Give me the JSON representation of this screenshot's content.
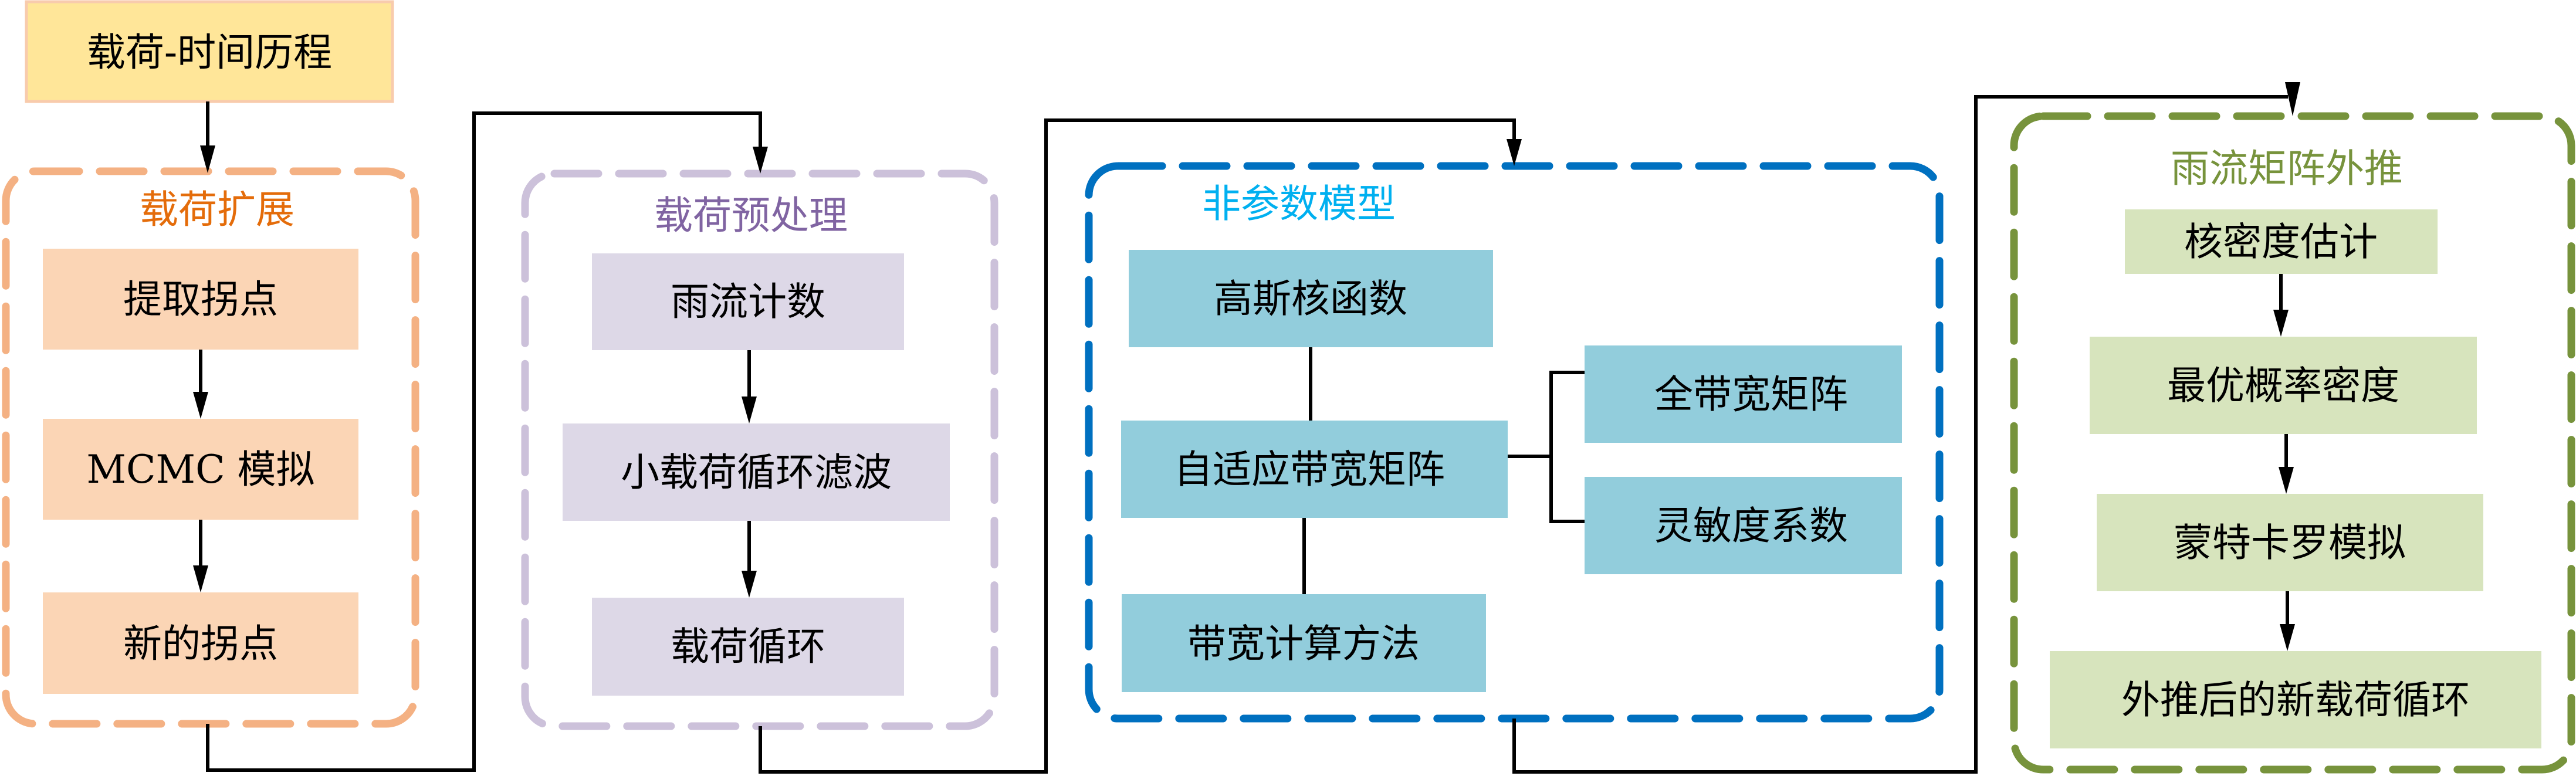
{
  "diagram": {
    "start": {
      "label": "载荷-时间历程",
      "fill": "#FFE699",
      "border": "#F8CBAD"
    },
    "groups": [
      {
        "id": "load-expansion",
        "title": "载荷扩展",
        "title_color": "#E46C0A",
        "border_color": "#F4B183",
        "node_fill": "#FBD5B5",
        "nodes": [
          "提取拐点",
          "MCMC 模拟",
          "新的拐点"
        ]
      },
      {
        "id": "load-preprocessing",
        "title": "载荷预处理",
        "title_color": "#8064A2",
        "border_color": "#CCC1DA",
        "node_fill": "#DDD8E7",
        "nodes": [
          "雨流计数",
          "小载荷循环滤波",
          "载荷循环"
        ]
      },
      {
        "id": "nonparametric-model",
        "title": "非参数模型",
        "title_color": "#00B0F0",
        "border_color": "#0070C0",
        "node_fill": "#92CDDC",
        "nodes": [
          "高斯核函数",
          "自适应带宽矩阵",
          "带宽计算方法",
          "全带宽矩阵",
          "灵敏度系数"
        ]
      },
      {
        "id": "rainflow-extrapolation",
        "title": "雨流矩阵外推",
        "title_color": "#77933C",
        "border_color": "#77933C",
        "node_fill": "#D7E4BD",
        "nodes": [
          "核密度估计",
          "最优概率密度",
          "蒙特卡罗模拟",
          "外推后的新载荷循环"
        ]
      }
    ],
    "edges": [
      [
        "载荷-时间历程",
        "载荷扩展"
      ],
      [
        "提取拐点",
        "MCMC 模拟"
      ],
      [
        "MCMC 模拟",
        "新的拐点"
      ],
      [
        "载荷扩展",
        "载荷预处理"
      ],
      [
        "雨流计数",
        "小载荷循环滤波"
      ],
      [
        "小载荷循环滤波",
        "载荷循环"
      ],
      [
        "载荷预处理",
        "非参数模型"
      ],
      [
        "高斯核函数",
        "自适应带宽矩阵"
      ],
      [
        "自适应带宽矩阵",
        "带宽计算方法"
      ],
      [
        "自适应带宽矩阵",
        "全带宽矩阵"
      ],
      [
        "自适应带宽矩阵",
        "灵敏度系数"
      ],
      [
        "非参数模型",
        "雨流矩阵外推"
      ],
      [
        "核密度估计",
        "最优概率密度"
      ],
      [
        "最优概率密度",
        "蒙特卡罗模拟"
      ],
      [
        "蒙特卡罗模拟",
        "外推后的新载荷循环"
      ]
    ]
  }
}
